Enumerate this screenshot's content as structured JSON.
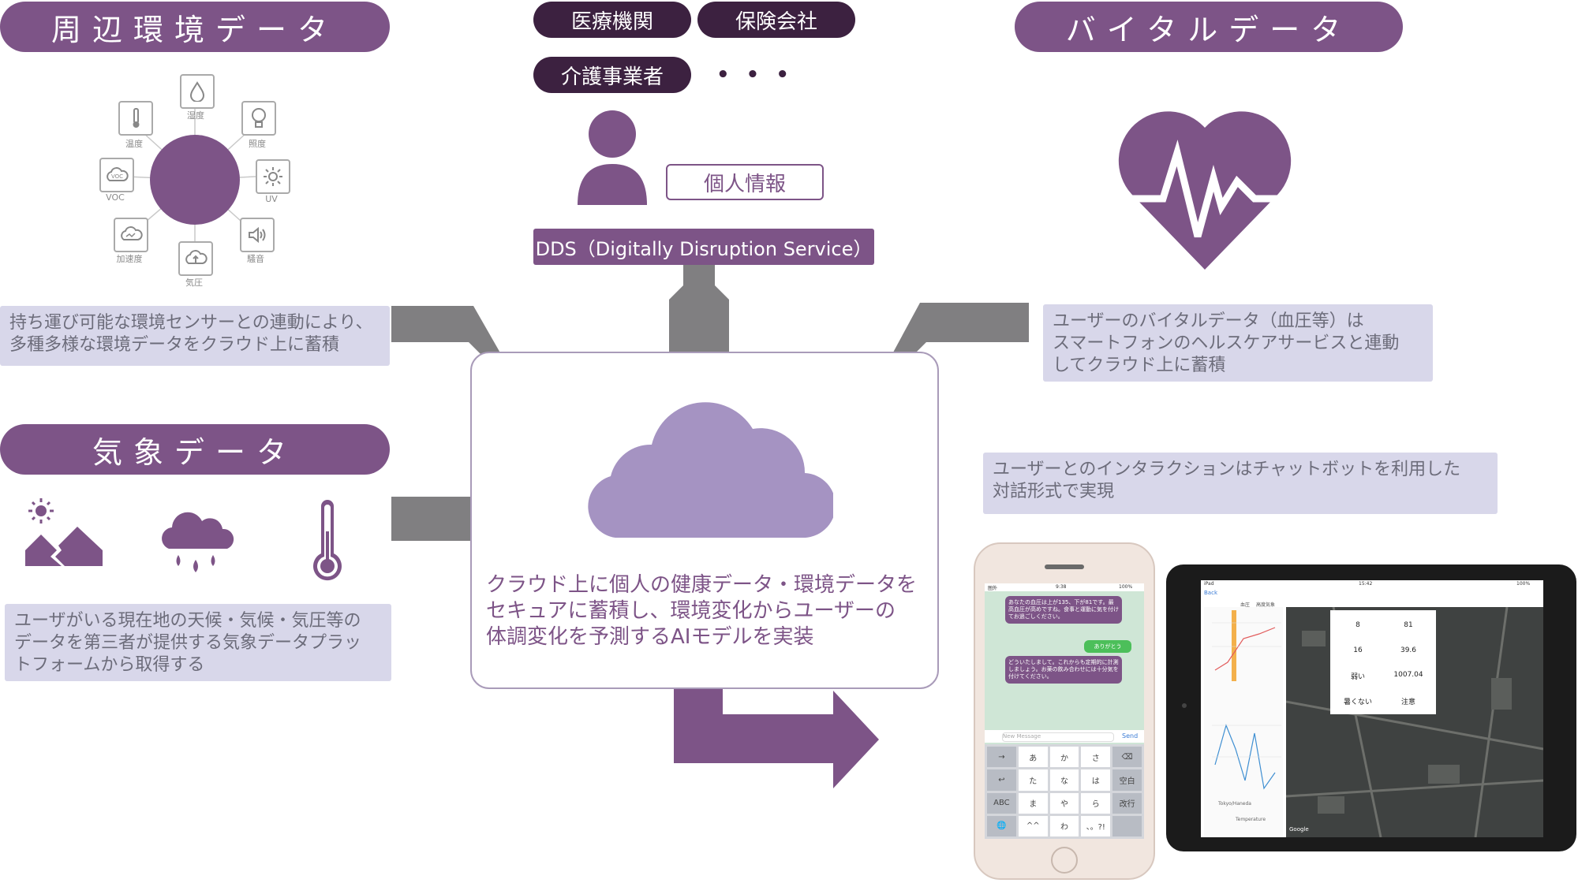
{
  "env": {
    "header": "周辺環境データ",
    "sensors": {
      "temp": "温度",
      "humidity": "湿度",
      "light": "照度",
      "voc": "VOC",
      "uv": "UV",
      "accel": "加速度",
      "pressure": "気圧",
      "noise": "騒音"
    },
    "description": "持ち運び可能な環境センサーとの連動により、\n多種多様な環境データをクラウド上に蓄積"
  },
  "weather": {
    "header": "気象データ",
    "description": "ユーザがいる現在地の天候・気候・気圧等の\nデータを第三者が提供する気象データプラッ\nトフォームから取得する"
  },
  "orgs": {
    "medical": "医療機関",
    "insurance": "保険会社",
    "care": "介護事業者",
    "more": "• • •"
  },
  "personal_info": "個人情報",
  "dds_label": "DDS（Digitally Disruption Service）",
  "vital": {
    "header": "バイタルデータ",
    "description": "ユーザーのバイタルデータ（血圧等）は\nスマートフォンのヘルスケアサービスと連動\nしてクラウド上に蓄積"
  },
  "center_text": "クラウド上に個人の健康データ・環境データを\nセキュアに蓄積し、環境変化からユーザーの\n体調変化を予測するAIモデルを実装",
  "chatbot_note": "ユーザーとのインタラクションはチャットボットを利用した\n対話形式で実現",
  "phone": {
    "status_left": "圏外",
    "status_time": "9:38",
    "status_right": "100%",
    "msg1": "あなたの血圧は上が135、下が81です。最高血圧が高めですね。食事と運動に気を付けてお過ごしください。",
    "reply": "ありがとう",
    "msg2": "どういたしまして。これからも定期的に計測しましょう。お薬の飲み合わせには十分気を付けてください。",
    "input_placeholder": "New Message",
    "send": "Send",
    "keys": [
      "→",
      "あ",
      "か",
      "さ",
      "⌫",
      "↩",
      "た",
      "な",
      "は",
      "空白",
      "ABC",
      "ま",
      "や",
      "ら",
      "改行",
      "🌐",
      "^^",
      "わ",
      "、。?!",
      ""
    ]
  },
  "tablet": {
    "status_left": "iPad",
    "status_time": "15:42",
    "status_right": "100%",
    "back": "Back",
    "tab1": "血圧",
    "tab2": "高度気象",
    "card": {
      "v1": "8",
      "v2": "81",
      "v3": "16",
      "v4": "39.6",
      "v5": "弱い",
      "v6": "1007.04",
      "v7": "暑くない",
      "v8": "注意"
    },
    "location": "Tokyo/Haneda",
    "temperature": "Temperature",
    "map_credit": "Google"
  },
  "colors": {
    "primary": "#7d5487",
    "dark": "#3c2140",
    "cloud": "#a593c2",
    "note_bg": "#d8d7ea",
    "connector": "#807f81"
  }
}
